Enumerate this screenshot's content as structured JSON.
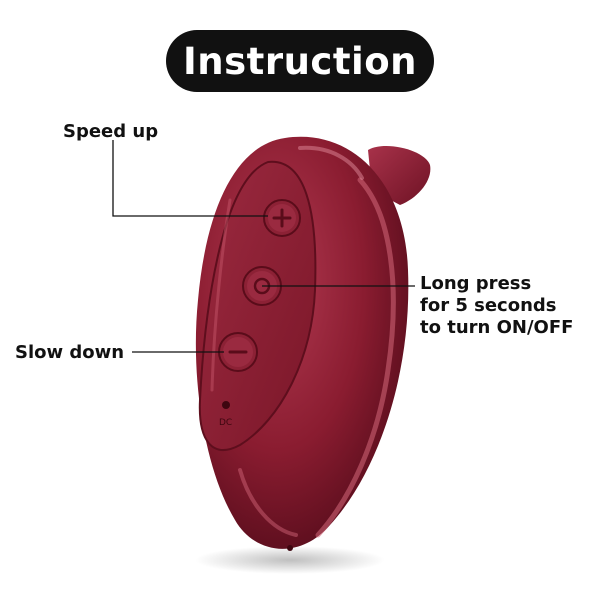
{
  "title": "Instruction",
  "labels": {
    "speed_up": "Speed up",
    "slow_down": "Slow down",
    "power_line1": "Long press",
    "power_line2": "for 5 seconds",
    "power_line3": "to turn ON/OFF"
  },
  "device": {
    "port_label": "DC",
    "body_color": "#8a1c30",
    "highlight_color": "#c8566a"
  },
  "icons": [
    "plus-icon",
    "power-icon",
    "minus-icon"
  ]
}
